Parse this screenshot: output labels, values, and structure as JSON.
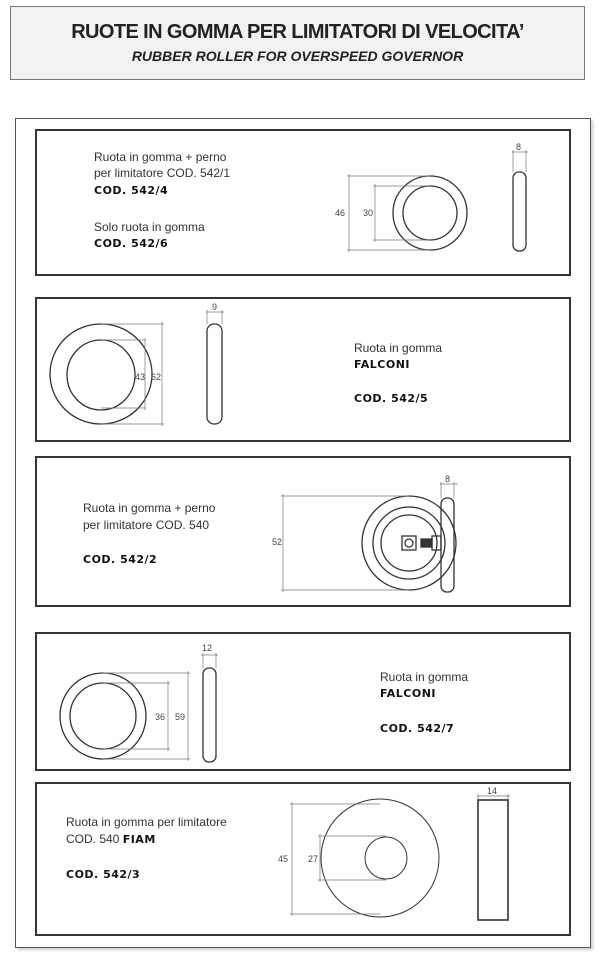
{
  "header": {
    "title": "RUOTE IN GOMMA PER LIMITATORI DI VELOCITA’",
    "subtitle": "RUBBER ROLLER FOR OVERSPEED GOVERNOR"
  },
  "items": [
    {
      "line1": "Ruota in gomma + perno",
      "line2": "per limitatore COD. 542/1",
      "code": "COD.  542/4",
      "line3": "Solo ruota in gomma",
      "code2": "COD.  542/6",
      "dims": {
        "outer": "46",
        "inner": "30",
        "width": "8"
      }
    },
    {
      "line1": "Ruota in gomma",
      "brand": "FALCONI",
      "code": "COD.  542/5",
      "dims": {
        "outer": "62",
        "inner": "43",
        "width": "9"
      }
    },
    {
      "line1": "Ruota in gomma + perno",
      "line2": "per limitatore COD. 540",
      "code": "COD.  542/2",
      "dims": {
        "outer": "52",
        "width": "8"
      }
    },
    {
      "line1": "Ruota in gomma",
      "brand": "FALCONI",
      "code": "COD.  542/7",
      "dims": {
        "outer": "59",
        "inner": "36",
        "width": "12"
      }
    },
    {
      "line1": "Ruota in gomma per limitatore",
      "line2": "COD. 540",
      "brand": "FIAM",
      "code": "COD.  542/3",
      "dims": {
        "outer": "45",
        "inner": "27",
        "width": "14"
      }
    }
  ]
}
